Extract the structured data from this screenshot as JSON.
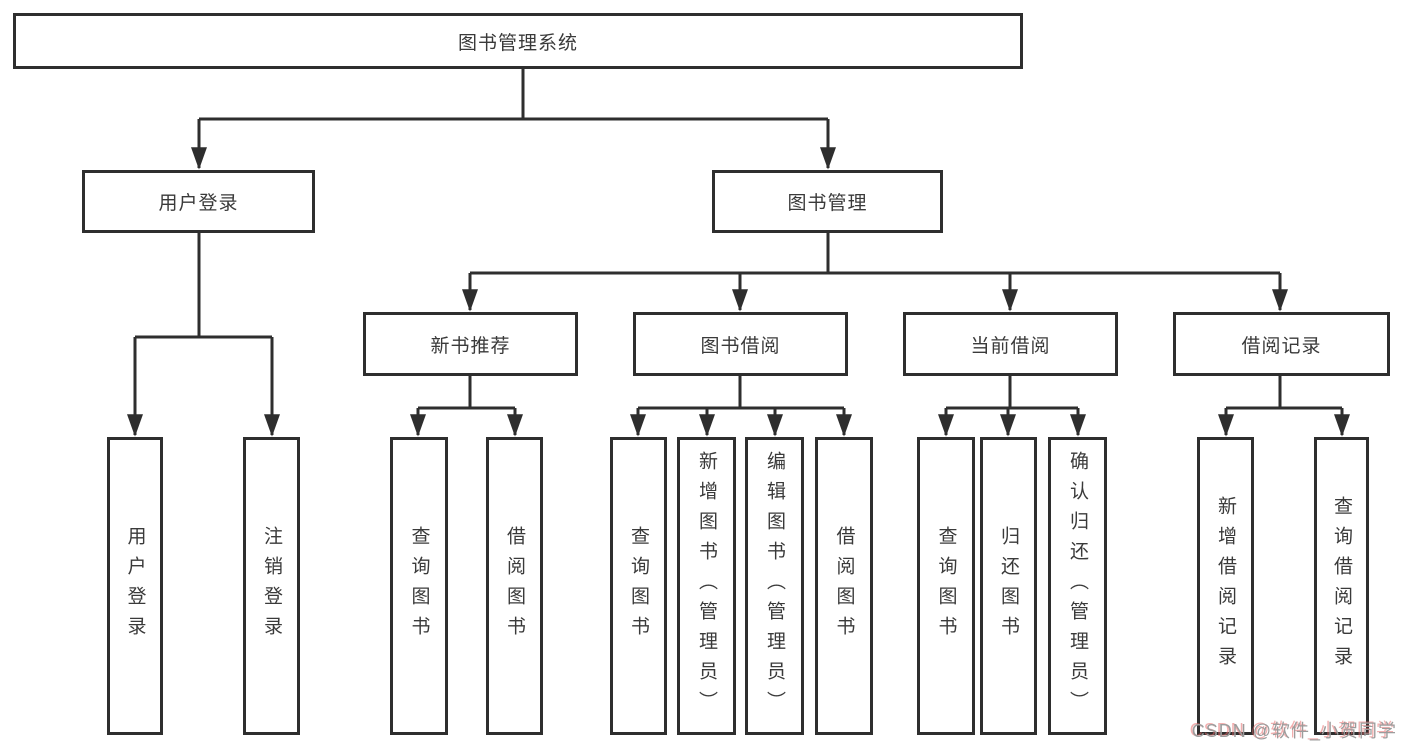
{
  "diagram": {
    "watermark": "CSDN @软件_小贺同学",
    "colors": {
      "line": "#2e2e2e",
      "box_border": "#2e2e2e",
      "text": "#3a3a3a",
      "background": "#ffffff",
      "watermark_text": "#9c9c9c",
      "watermark_shadow": "#e86e6e"
    },
    "tree": {
      "label": "图书管理系统",
      "children": [
        {
          "label": "用户登录",
          "children": [
            {
              "label": "用户登录"
            },
            {
              "label": "注销登录"
            }
          ]
        },
        {
          "label": "图书管理",
          "children": [
            {
              "label": "新书推荐",
              "children": [
                {
                  "label": "查询图书"
                },
                {
                  "label": "借阅图书"
                }
              ]
            },
            {
              "label": "图书借阅",
              "children": [
                {
                  "label": "查询图书"
                },
                {
                  "label": "新增图书（管理员）"
                },
                {
                  "label": "编辑图书（管理员）"
                },
                {
                  "label": "借阅图书"
                }
              ]
            },
            {
              "label": "当前借阅",
              "children": [
                {
                  "label": "查询图书"
                },
                {
                  "label": "归还图书"
                },
                {
                  "label": "确认归还（管理员）"
                }
              ]
            },
            {
              "label": "借阅记录",
              "children": [
                {
                  "label": "新增借阅记录"
                },
                {
                  "label": "查询借阅记录"
                }
              ]
            }
          ]
        }
      ]
    }
  }
}
